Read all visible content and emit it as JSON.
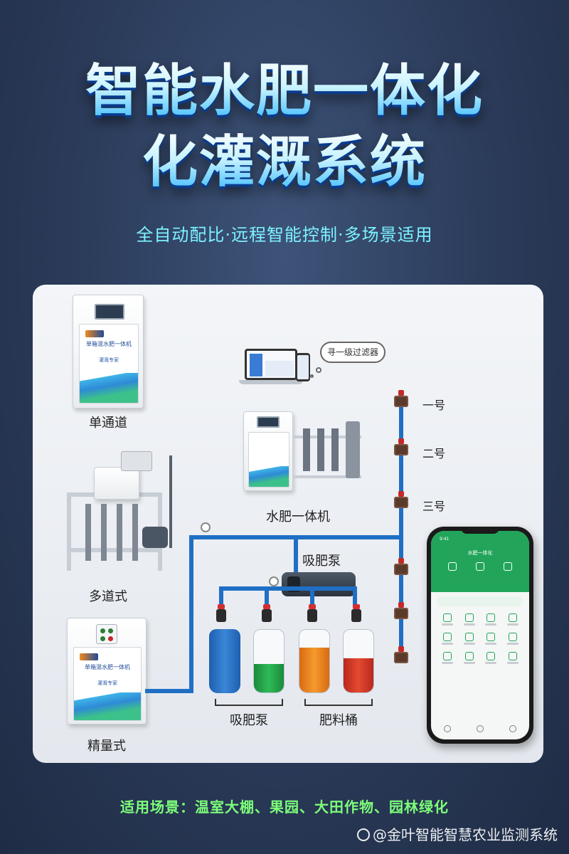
{
  "title": {
    "line1": "智能水肥一体化",
    "line2": "化灌溉系统"
  },
  "subtitle": "全自动配比·远程智能控制·多场景适用",
  "diagram": {
    "machines": [
      {
        "label": "单通道",
        "plate_name": "单箱混水肥一体机",
        "plate_sub": "灌溉专家"
      },
      {
        "label": "多道式"
      },
      {
        "label": "精量式",
        "plate_name": "单箱混水肥一体机",
        "plate_sub": "灌溉专家"
      }
    ],
    "center_machine_label": "水肥一体机",
    "cloud_label": "寻一级过滤器",
    "pump_label": "吸肥泵",
    "tank_labels": {
      "left": "吸肥泵",
      "right": "肥料桶"
    },
    "valves": [
      "一号",
      "二号",
      "三号"
    ],
    "phone": {
      "title": "水肥一体化",
      "time": "9:41"
    }
  },
  "scenes": "适用场景：温室大棚、果园、大田作物、园林绿化",
  "watermark": "@金叶智能智慧农业监测系统",
  "colors": {
    "pipe": "#1f6fc4",
    "accent_text": "#7df2ff",
    "scene_text": "#7dff7a",
    "phone_header": "#22a55a"
  }
}
